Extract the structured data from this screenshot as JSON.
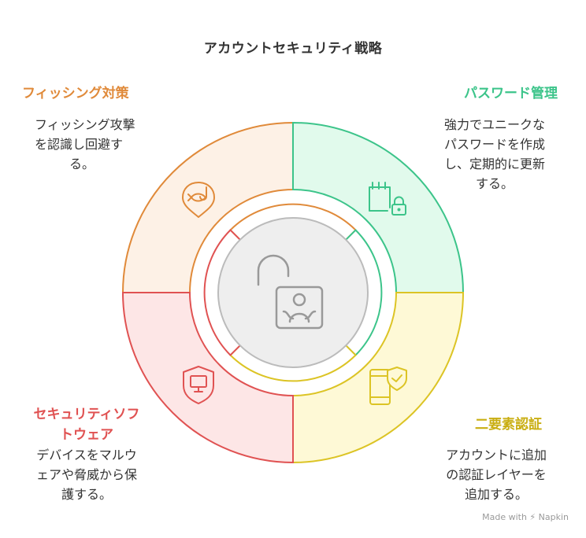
{
  "title": "アカウントセキュリティ戦略",
  "sections": [
    {
      "id": "phishing",
      "heading": "フィッシング対策",
      "description_lines": [
        "フィッシング攻撃",
        "を認識し回避す",
        "る。"
      ],
      "color": "#E08A3A",
      "fill": "#FDF1E6",
      "icon": "fish-on-hook-icon"
    },
    {
      "id": "password",
      "heading": "パスワード管理",
      "description_lines": [
        "強力でユニークな",
        "パスワードを作成",
        "し、定期的に更新",
        "する。"
      ],
      "color": "#3CC48A",
      "fill": "#E1FAEC",
      "icon": "calendar-lock-icon"
    },
    {
      "id": "mfa",
      "heading": "二要素認証",
      "description_lines": [
        "アカウントに追加",
        "の認証レイヤーを",
        "追加する。"
      ],
      "color": "#DCC425",
      "fill": "#FEF9D6",
      "icon": "phone-shield-icon"
    },
    {
      "id": "security_software",
      "heading_lines": [
        "セキュリティソフ",
        "トウェア"
      ],
      "description_lines": [
        "デバイスをマルウ",
        "ェアや脅威から保",
        "護する。"
      ],
      "color": "#E05252",
      "fill": "#FDE6E6",
      "icon": "monitor-shield-icon"
    }
  ],
  "center": {
    "icon": "unlocked-user-icon",
    "fill": "#EEEEEE",
    "stroke": "#BBBBBB"
  },
  "watermark": "Made with ⚡ Napkin"
}
